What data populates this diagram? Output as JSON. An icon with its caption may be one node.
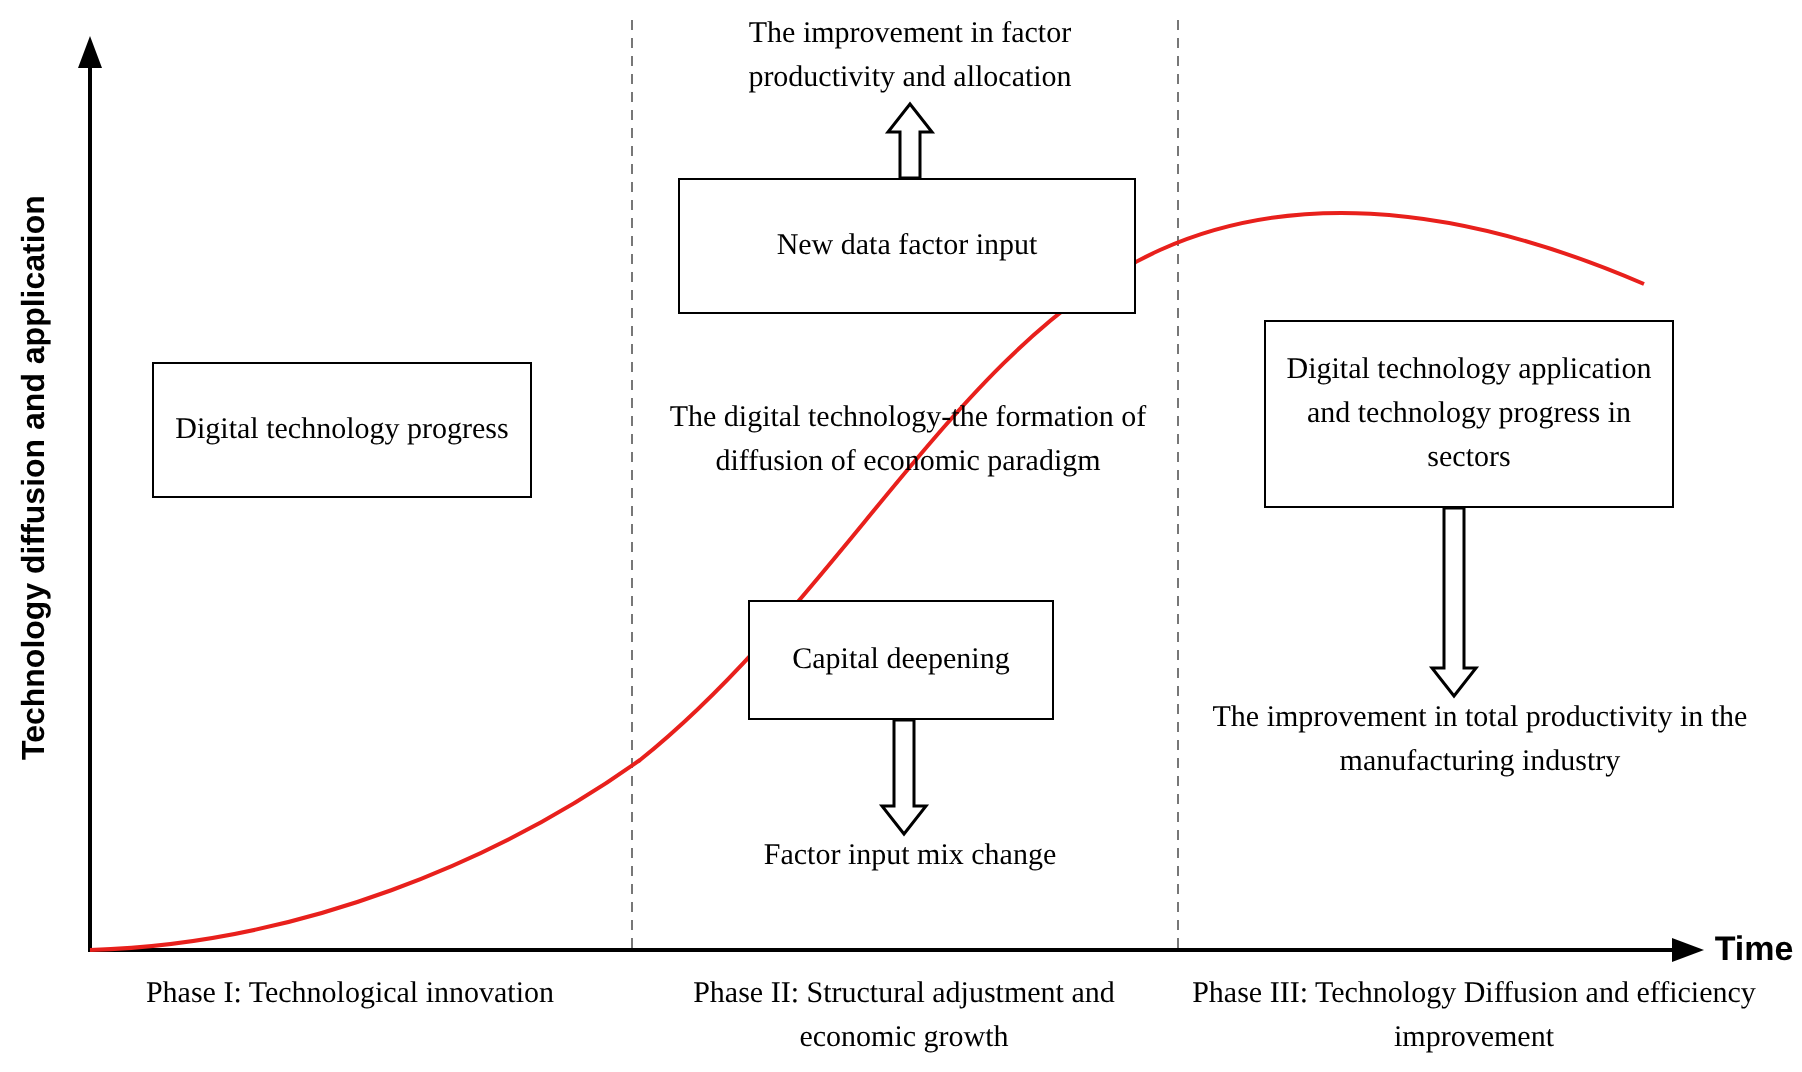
{
  "diagram": {
    "nodes": [
      {
        "text": [
          "Digital technology progress"
        ]
      },
      {
        "text": [
          "The improvement in factor productivity and allocation"
        ]
      },
      {
        "text": [
          "New data factor input"
        ]
      },
      {
        "text": [
          "Capital deepening"
        ]
      },
      {
        "text": [
          "Factor input mix change"
        ]
      },
      {
        "text": [
          "Digital technology application and technology progress in sectors"
        ]
      },
      {
        "text": [
          "The improvement in total productivity in the manufacturing industry"
        ]
      }
    ],
    "edges": [
      {
        "from": 2,
        "to": 1,
        "arrow": "to"
      },
      {
        "from": 3,
        "to": 4,
        "arrow": "to"
      },
      {
        "from": 5,
        "to": 6,
        "arrow": "to"
      }
    ],
    "labels": [
      "Technology diffusion and application",
      "The digital technology-the formation of diffusion of economic paradigm",
      "Time",
      "Phase I: Technological innovation",
      "Phase II: Structural adjustment and economic growth",
      "Phase III: Technology Diffusion and efficiency improvement"
    ]
  }
}
